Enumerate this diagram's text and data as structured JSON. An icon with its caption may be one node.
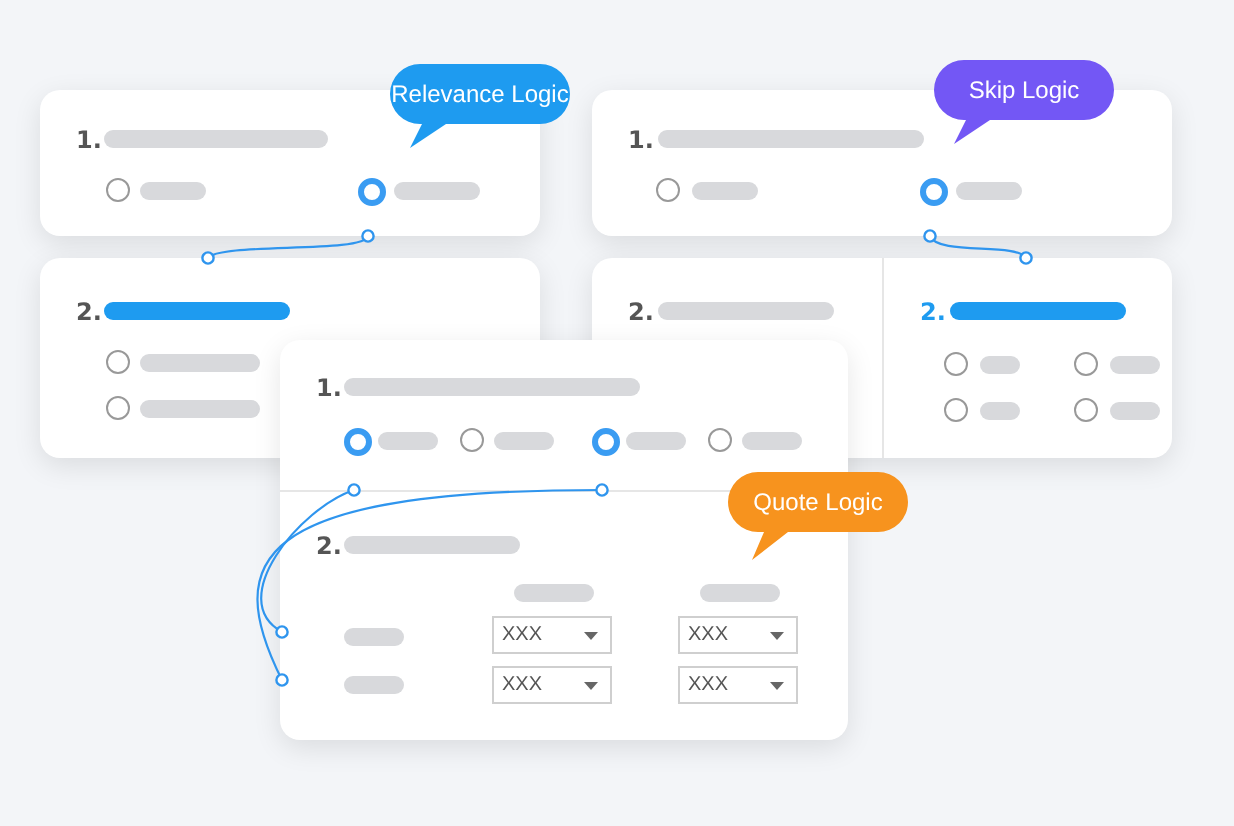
{
  "diagram": {
    "nodes": [
      {
        "text": [
          "Relevance Logic"
        ]
      },
      {
        "text": [
          "1."
        ]
      },
      {
        "text": [
          "2."
        ]
      },
      {
        "text": [
          "Skip Logic"
        ]
      },
      {
        "text": [
          "1."
        ]
      },
      {
        "text": [],
        "shape": "box"
      },
      {
        "text": [
          "2."
        ],
        "in": 5
      },
      {
        "text": [
          "2."
        ],
        "in": 5
      },
      {
        "text": [],
        "shape": "box"
      },
      {
        "text": [
          "1."
        ],
        "in": 8
      },
      {
        "text": [
          "2."
        ],
        "in": 8
      },
      {
        "text": [
          "Quote Logic"
        ]
      },
      {
        "text": [
          "XXX"
        ],
        "in": 10
      },
      {
        "text": [
          "XXX"
        ],
        "in": 10
      },
      {
        "text": [
          "XXX"
        ],
        "in": 10
      },
      {
        "text": [
          "XXX"
        ],
        "in": 10
      }
    ],
    "edges": [
      {
        "from": 1,
        "to": 2,
        "arrow": "other"
      },
      {
        "from": 4,
        "to": 7,
        "arrow": "other"
      },
      {
        "from": 9,
        "to": 10,
        "arrow": "other"
      },
      {
        "from": 9,
        "to": 10,
        "arrow": "other"
      }
    ]
  }
}
